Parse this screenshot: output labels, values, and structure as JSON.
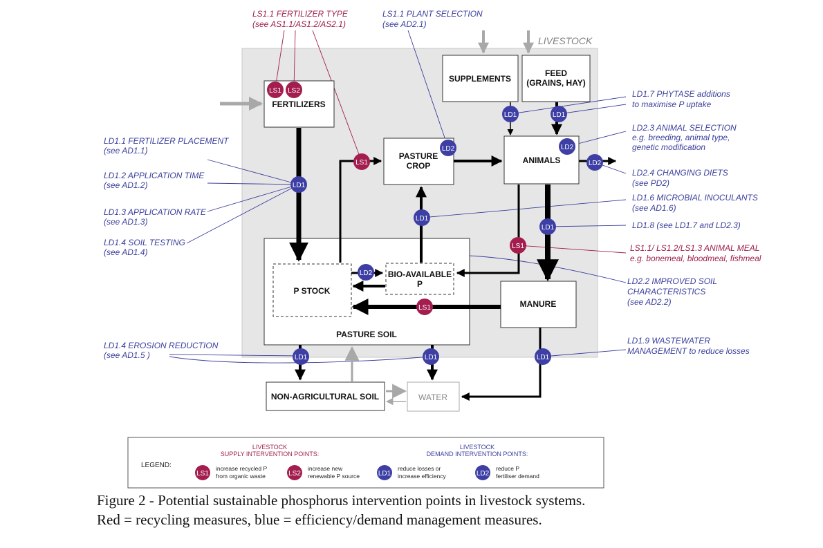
{
  "regions": {
    "livestock_label": "LIVESTOCK"
  },
  "boxes": {
    "fertilizers": "FERTILIZERS",
    "supplements": "SUPPLEMENTS",
    "feed_line1": "FEED",
    "feed_line2": "(GRAINS, HAY)",
    "pasture_crop_line1": "PASTURE",
    "pasture_crop_line2": "CROP",
    "animals": "ANIMALS",
    "p_stock": "P STOCK",
    "bio_available_line1": "BIO-AVAILABLE",
    "bio_available_line2": "P",
    "manure": "MANURE",
    "pasture_soil": "PASTURE SOIL",
    "non_agricultural_soil": "NON-AGRICULTURAL SOIL",
    "water": "WATER"
  },
  "nodes": {
    "ls1": "LS1",
    "ls2": "LS2",
    "ld1": "LD1",
    "ld2": "LD2"
  },
  "annotations": {
    "ls11_fert_type_1": "LS1.1 FERTILIZER TYPE",
    "ls11_fert_type_2": "(see AS1.1/AS1.2/AS2.1)",
    "ls11_plant_sel_1": "LS1.1 PLANT SELECTION",
    "ls11_plant_sel_2": "(see AD2.1)",
    "ld17_1": "LD1.7 PHYTASE additions",
    "ld17_2": "to maximise P uptake",
    "ld23_1": "LD2.3 ANIMAL SELECTION",
    "ld23_2": "e.g. breeding, animal type,",
    "ld23_3": "genetic modification",
    "ld24_1": "LD2.4 CHANGING DIETS",
    "ld24_2": "(see PD2)",
    "ld16_1": "LD1.6 MICROBIAL INOCULANTS",
    "ld16_2": "(see AD1.6)",
    "ld18_1": "LD1.8 (see LD1.7 and LD2.3)",
    "ls_meal_1": "LS1.1/ LS1.2/LS1.3 ANIMAL MEAL",
    "ls_meal_2": "e.g. bonemeal, bloodmeal, fishmeal",
    "ld22_1": "LD2.2 IMPROVED SOIL",
    "ld22_2": "CHARACTERISTICS",
    "ld22_3": "(see AD2.2)",
    "ld19_1": "LD1.9 WASTEWATER",
    "ld19_2": "MANAGEMENT to reduce losses",
    "ld11_1": "LD1.1 FERTILIZER PLACEMENT",
    "ld11_2": "(see AD1.1)",
    "ld12_1": "LD1.2 APPLICATION TIME",
    "ld12_2": "(see AD1.2)",
    "ld13_1": "LD1.3 APPLICATION RATE",
    "ld13_2": "(see AD1.3)",
    "ld14_1": "LD1.4 SOIL TESTING",
    "ld14_2": "(see AD1.4)",
    "ld14e_1": "LD1.4 EROSION REDUCTION",
    "ld14e_2": "(see AD1.5 )"
  },
  "legend": {
    "title": "LEGEND:",
    "supply_head_1": "LIVESTOCK",
    "supply_head_2": "SUPPLY INTERVENTION POINTS:",
    "demand_head_1": "LIVESTOCK",
    "demand_head_2": "DEMAND INTERVENTION POINTS:",
    "ls1_desc_1": "increase recycled P",
    "ls1_desc_2": "from organic waste",
    "ls2_desc_1": "increase new",
    "ls2_desc_2": "renewable P source",
    "ld1_desc_1": "reduce losses or",
    "ld1_desc_2": "increase efficiency",
    "ld2_desc_1": "reduce P",
    "ld2_desc_2": "fertiliser demand"
  },
  "caption": {
    "line1": "Figure 2 - Potential sustainable phosphorus intervention points in livestock systems.",
    "line2": "Red = recycling measures, blue = efficiency/demand management measures."
  },
  "colors": {
    "ls_node": "#a31d4e",
    "ld_node": "#3d3fa5",
    "ann_blue": "#3a3f9c",
    "ann_red": "#9e1f4c",
    "region_fill": "#e6e6e6",
    "grey_arrow": "#a8a8a8"
  }
}
